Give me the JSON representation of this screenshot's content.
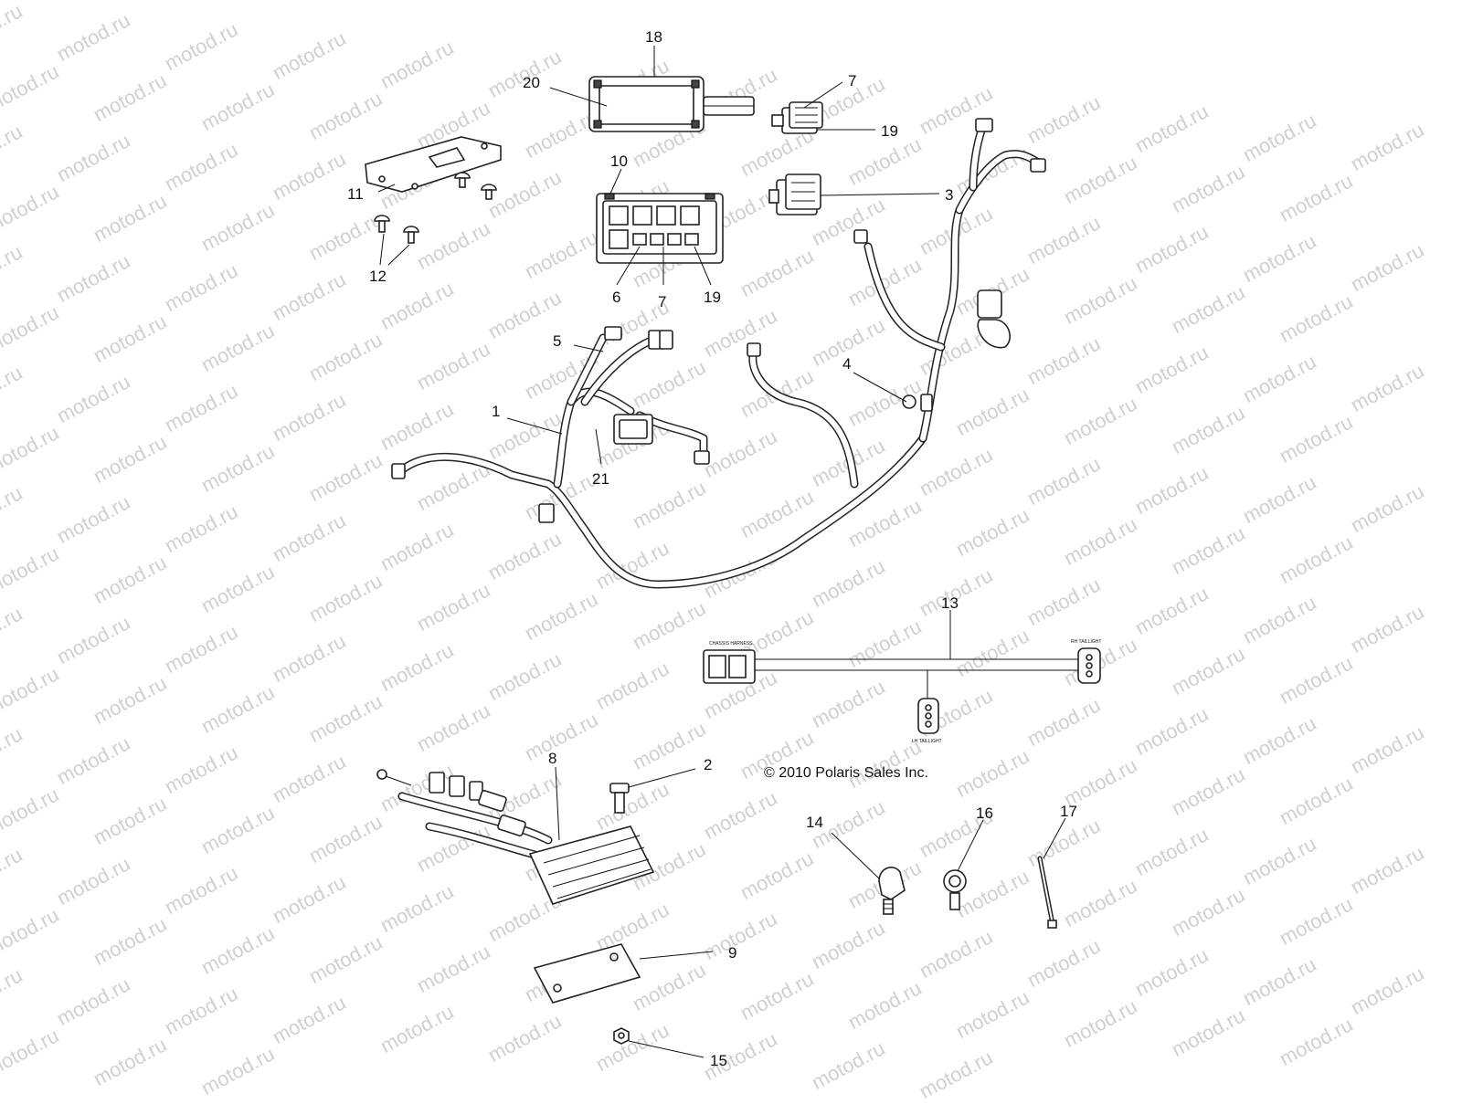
{
  "watermark": "motod.ru",
  "copyright": "© 2010 Polaris Sales Inc.",
  "callouts": {
    "c1": "1",
    "c2": "2",
    "c3": "3",
    "c4": "4",
    "c5": "5",
    "c6": "6",
    "c7a": "7",
    "c7b": "7",
    "c8": "8",
    "c9": "9",
    "c10": "10",
    "c11": "11",
    "c12": "12",
    "c13": "13",
    "c14": "14",
    "c15": "15",
    "c16": "16",
    "c17": "17",
    "c18": "18",
    "c19a": "19",
    "c19b": "19",
    "c20": "20",
    "c21": "21"
  },
  "harness13_labels": {
    "chassis": "CHASSIS HARNESS",
    "rh": "RH TAILLIGHT",
    "lh": "LH TAILLIGHT"
  }
}
